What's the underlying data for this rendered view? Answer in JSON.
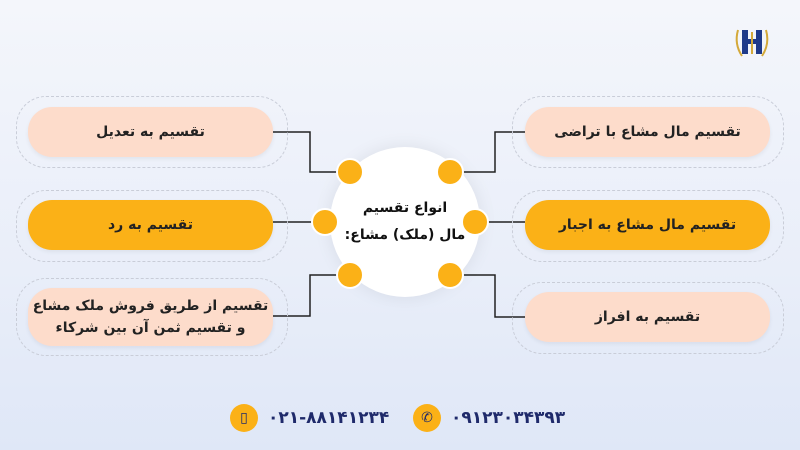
{
  "center": {
    "title_line1": "انواع تقسیم",
    "title_line2": "مال (ملک) مشاع:"
  },
  "right_items": [
    {
      "label": "تقسیم مال مشاع با تراضی",
      "style": "peach"
    },
    {
      "label": "تقسیم مال مشاع به اجبار",
      "style": "orange"
    },
    {
      "label": "تقسیم به افراز",
      "style": "peach"
    }
  ],
  "left_items": [
    {
      "label": "تقسیم به تعدیل",
      "style": "peach"
    },
    {
      "label": "تقسیم به رد",
      "style": "orange"
    },
    {
      "label_line1": "تقسیم از طریق فروش ملک مشاع",
      "label_line2": "و تقسیم ثمن آن بین شرکاء",
      "style": "peach"
    }
  ],
  "contact": {
    "landline": "۰۲۱-۸۸۱۴۱۲۳۴",
    "mobile": "۰۹۱۲۳۰۳۴۳۹۳"
  },
  "colors": {
    "orange": "#fbb117",
    "peach": "#fddccb",
    "navy": "#1f2a6b"
  },
  "icons": {
    "landline": "mobile-phone-icon",
    "mobile": "phone-call-icon",
    "logo": "law-firm-logo"
  }
}
